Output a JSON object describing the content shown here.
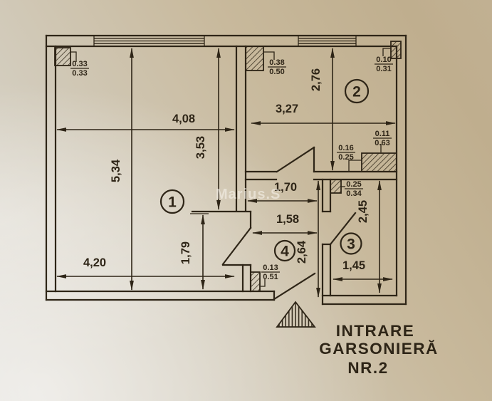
{
  "colors": {
    "paper_light": "#dedbd4",
    "paper_dark": "#bfae8e",
    "ink": "#2e2517"
  },
  "watermark": "Marius.S",
  "entrance_label": {
    "line1": "INTRARE",
    "line2": "GARSONIERĂ",
    "line3": "NR.2"
  },
  "room_numbers": {
    "room1": "1",
    "room2": "2",
    "room3": "3",
    "room4": "4"
  },
  "dims": {
    "room1_width_top": "4,08",
    "room1_height_left": "5,34",
    "room1_height_right": "3,53",
    "room1_width_bottom": "4,20",
    "room1_door_offset": "1,79",
    "room2_width": "3,27",
    "room2_height": "2,76",
    "hall_width_top": "1,70",
    "hall_width_mid": "1,58",
    "hall_height": "2,64",
    "room3_height": "2,45",
    "room3_width": "1,45"
  },
  "fractions": {
    "corner_room1": {
      "num": "0.33",
      "den": "0.33"
    },
    "pillar_room2_left": {
      "num": "0.38",
      "den": "0.50"
    },
    "pillar_room2_right": {
      "num": "0.10",
      "den": "0.31"
    },
    "duct_right": {
      "num": "0.11",
      "den": "0.63"
    },
    "duct_step": {
      "num": "0.16",
      "den": "0.25"
    },
    "pillar_room3": {
      "num": "0.25",
      "den": "0.34"
    },
    "pillar_entry": {
      "num": "0.13",
      "den": "0.51"
    }
  }
}
